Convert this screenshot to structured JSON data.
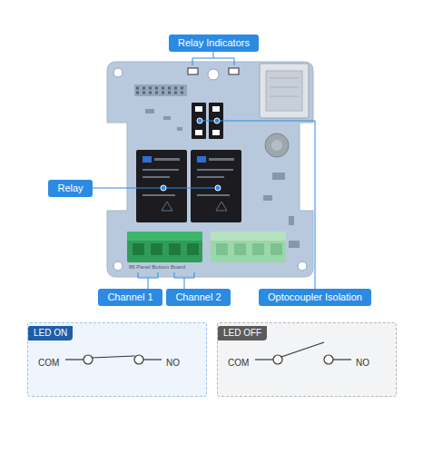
{
  "diagram": {
    "nodes": [
      {
        "text": [
          "Relay Indicators"
        ]
      },
      {
        "text": [
          "Relay"
        ]
      },
      {
        "text": [
          "Channel 1"
        ]
      },
      {
        "text": [
          "Channel 2"
        ]
      },
      {
        "text": [
          "Optocoupler Isolation"
        ]
      },
      {
        "text": [
          "LED ON",
          "COM",
          "NO"
        ]
      },
      {
        "text": [
          "LED OFF",
          "COM",
          "NO"
        ]
      }
    ],
    "labels": [
      "86 Panel Bottom Board"
    ]
  }
}
